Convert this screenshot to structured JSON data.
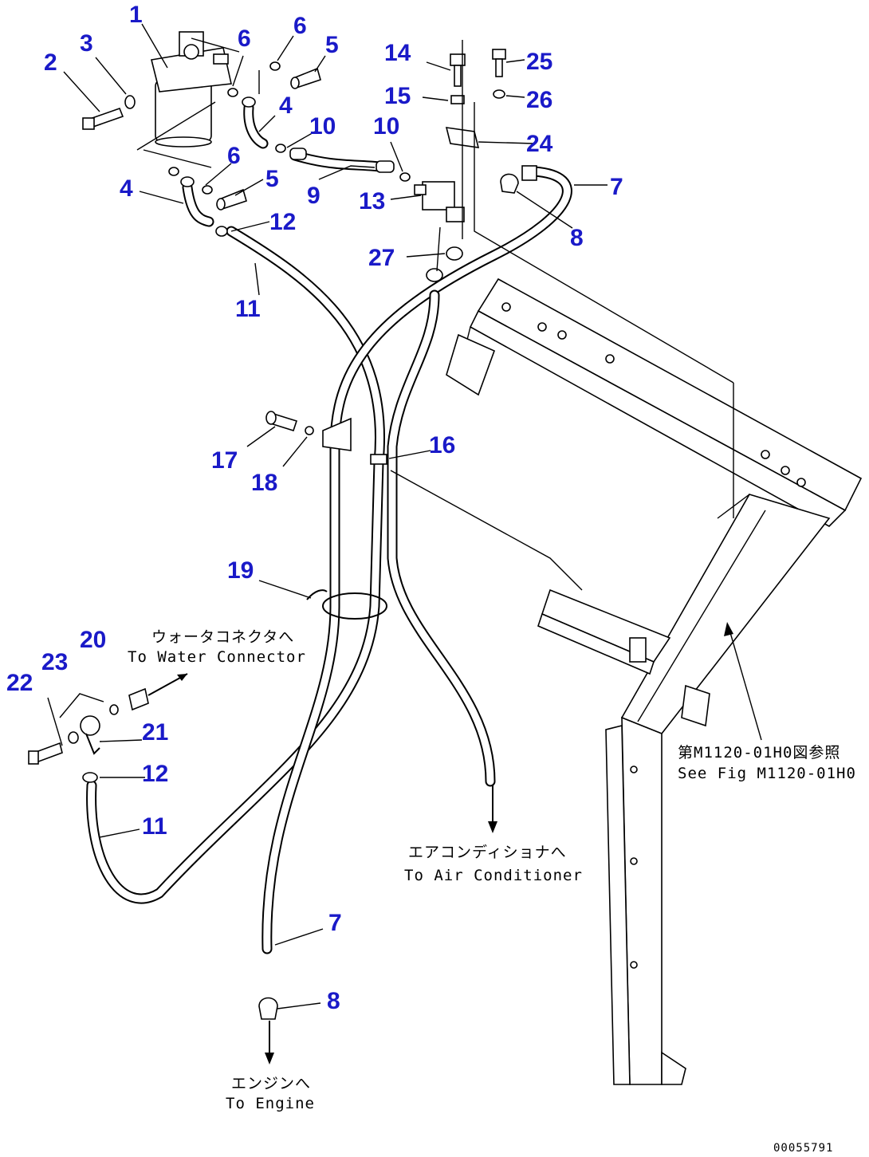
{
  "callouts": [
    {
      "n": "1"
    },
    {
      "n": "2"
    },
    {
      "n": "3"
    },
    {
      "n": "6"
    },
    {
      "n": "6"
    },
    {
      "n": "5"
    },
    {
      "n": "4"
    },
    {
      "n": "10"
    },
    {
      "n": "6"
    },
    {
      "n": "5"
    },
    {
      "n": "4"
    },
    {
      "n": "12"
    },
    {
      "n": "9"
    },
    {
      "n": "10"
    },
    {
      "n": "11"
    },
    {
      "n": "14"
    },
    {
      "n": "15"
    },
    {
      "n": "13"
    },
    {
      "n": "27"
    },
    {
      "n": "25"
    },
    {
      "n": "26"
    },
    {
      "n": "24"
    },
    {
      "n": "7"
    },
    {
      "n": "8"
    },
    {
      "n": "16"
    },
    {
      "n": "17"
    },
    {
      "n": "18"
    },
    {
      "n": "19"
    },
    {
      "n": "20"
    },
    {
      "n": "23"
    },
    {
      "n": "22"
    },
    {
      "n": "21"
    },
    {
      "n": "12"
    },
    {
      "n": "11"
    },
    {
      "n": "7"
    },
    {
      "n": "8"
    }
  ],
  "notes": {
    "water_jp": "ウォータコネクタへ",
    "water_en": "To Water Connector",
    "aircon_jp": "エアコンディショナへ",
    "aircon_en": "To Air Conditioner",
    "engine_jp": "エンジンへ",
    "engine_en": "To Engine",
    "seefig_jp": "第M1120-01H0図参照",
    "seefig_en": "See Fig M1120-01H0",
    "drawing_no": "00055791"
  }
}
